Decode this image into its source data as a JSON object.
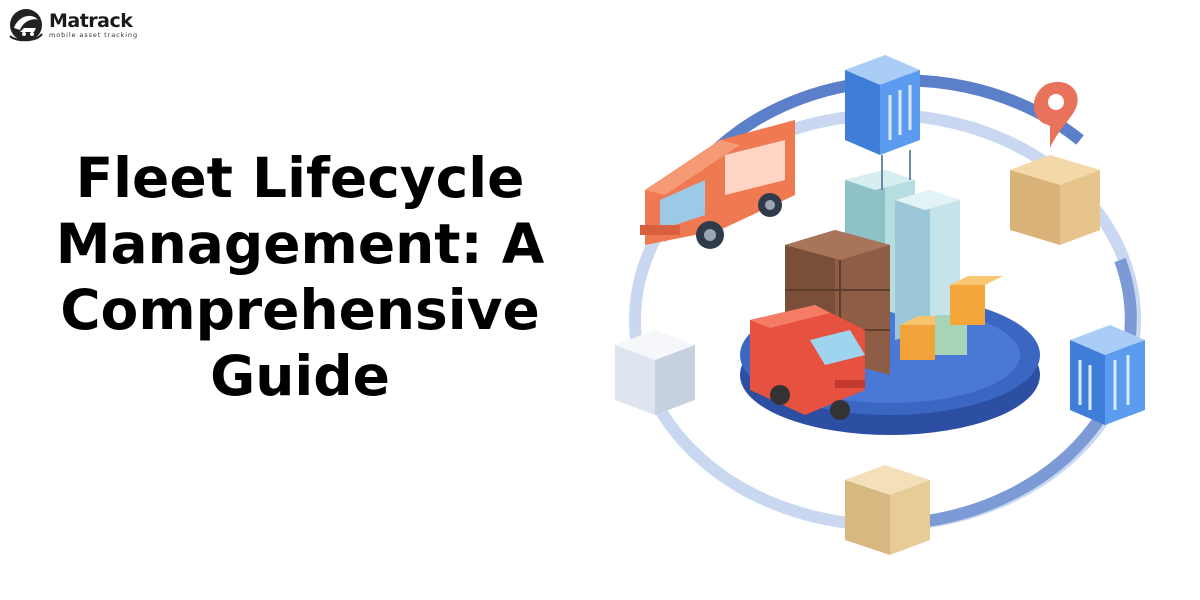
{
  "brand": {
    "name": "Matrack",
    "tagline": "mobile asset tracking",
    "logo_icon": "globe-truck-icon"
  },
  "headline": {
    "lines": [
      "Fleet Lifecycle",
      "Management: A",
      "Comprehensive",
      "Guide"
    ]
  },
  "illustration": {
    "icons": [
      "van-icon",
      "truck-icon",
      "container-icon",
      "box-icon",
      "location-pin-icon",
      "warehouse-platform-icon"
    ],
    "colors": {
      "ring": "#5b80c9",
      "ring_light": "#c9d8f0",
      "platform": "#3b66c2",
      "vehicle": "#ef7a52",
      "container": "#5b9cf0",
      "box": "#e7c48c",
      "pin": "#e8735a"
    }
  }
}
